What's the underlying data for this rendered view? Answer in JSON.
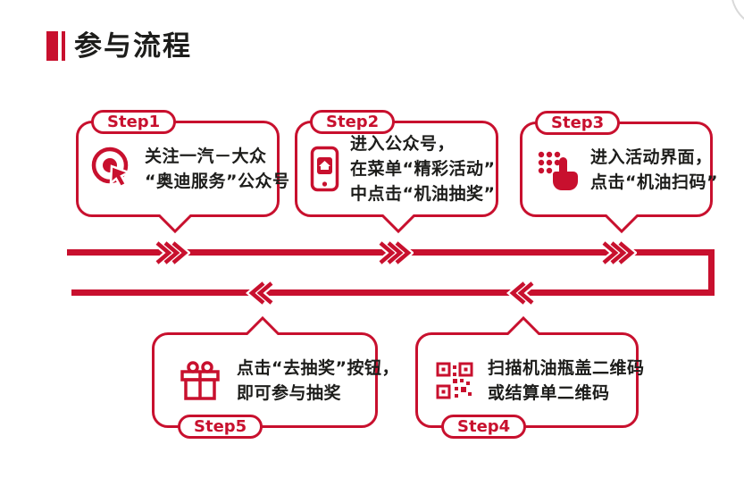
{
  "title": {
    "text": "参与流程"
  },
  "steps": [
    {
      "label": "Step1",
      "icon": "target-cursor-icon",
      "lines": [
        "关注一汽－大众",
        "“奥迪服务”公众号"
      ]
    },
    {
      "label": "Step2",
      "icon": "phone-icon",
      "lines": [
        "进入公众号，",
        "在菜单“精彩活动”",
        "中点击“机油抽奖”"
      ]
    },
    {
      "label": "Step3",
      "icon": "tap-icon",
      "lines": [
        "进入活动界面，",
        "点击“机油扫码”"
      ]
    },
    {
      "label": "Step4",
      "icon": "qr-code-icon",
      "lines": [
        "扫描机油瓶盖二维码",
        "或结算单二维码"
      ]
    },
    {
      "label": "Step5",
      "icon": "gift-icon",
      "lines": [
        "点击“去抽奖”按钮，",
        "即可参与抽奖"
      ]
    }
  ],
  "flow": {
    "direction_top_row": "left-to-right",
    "direction_bottom_row": "right-to-left"
  },
  "colors": {
    "accent": "#C8102E",
    "text": "#1d1d1b"
  }
}
